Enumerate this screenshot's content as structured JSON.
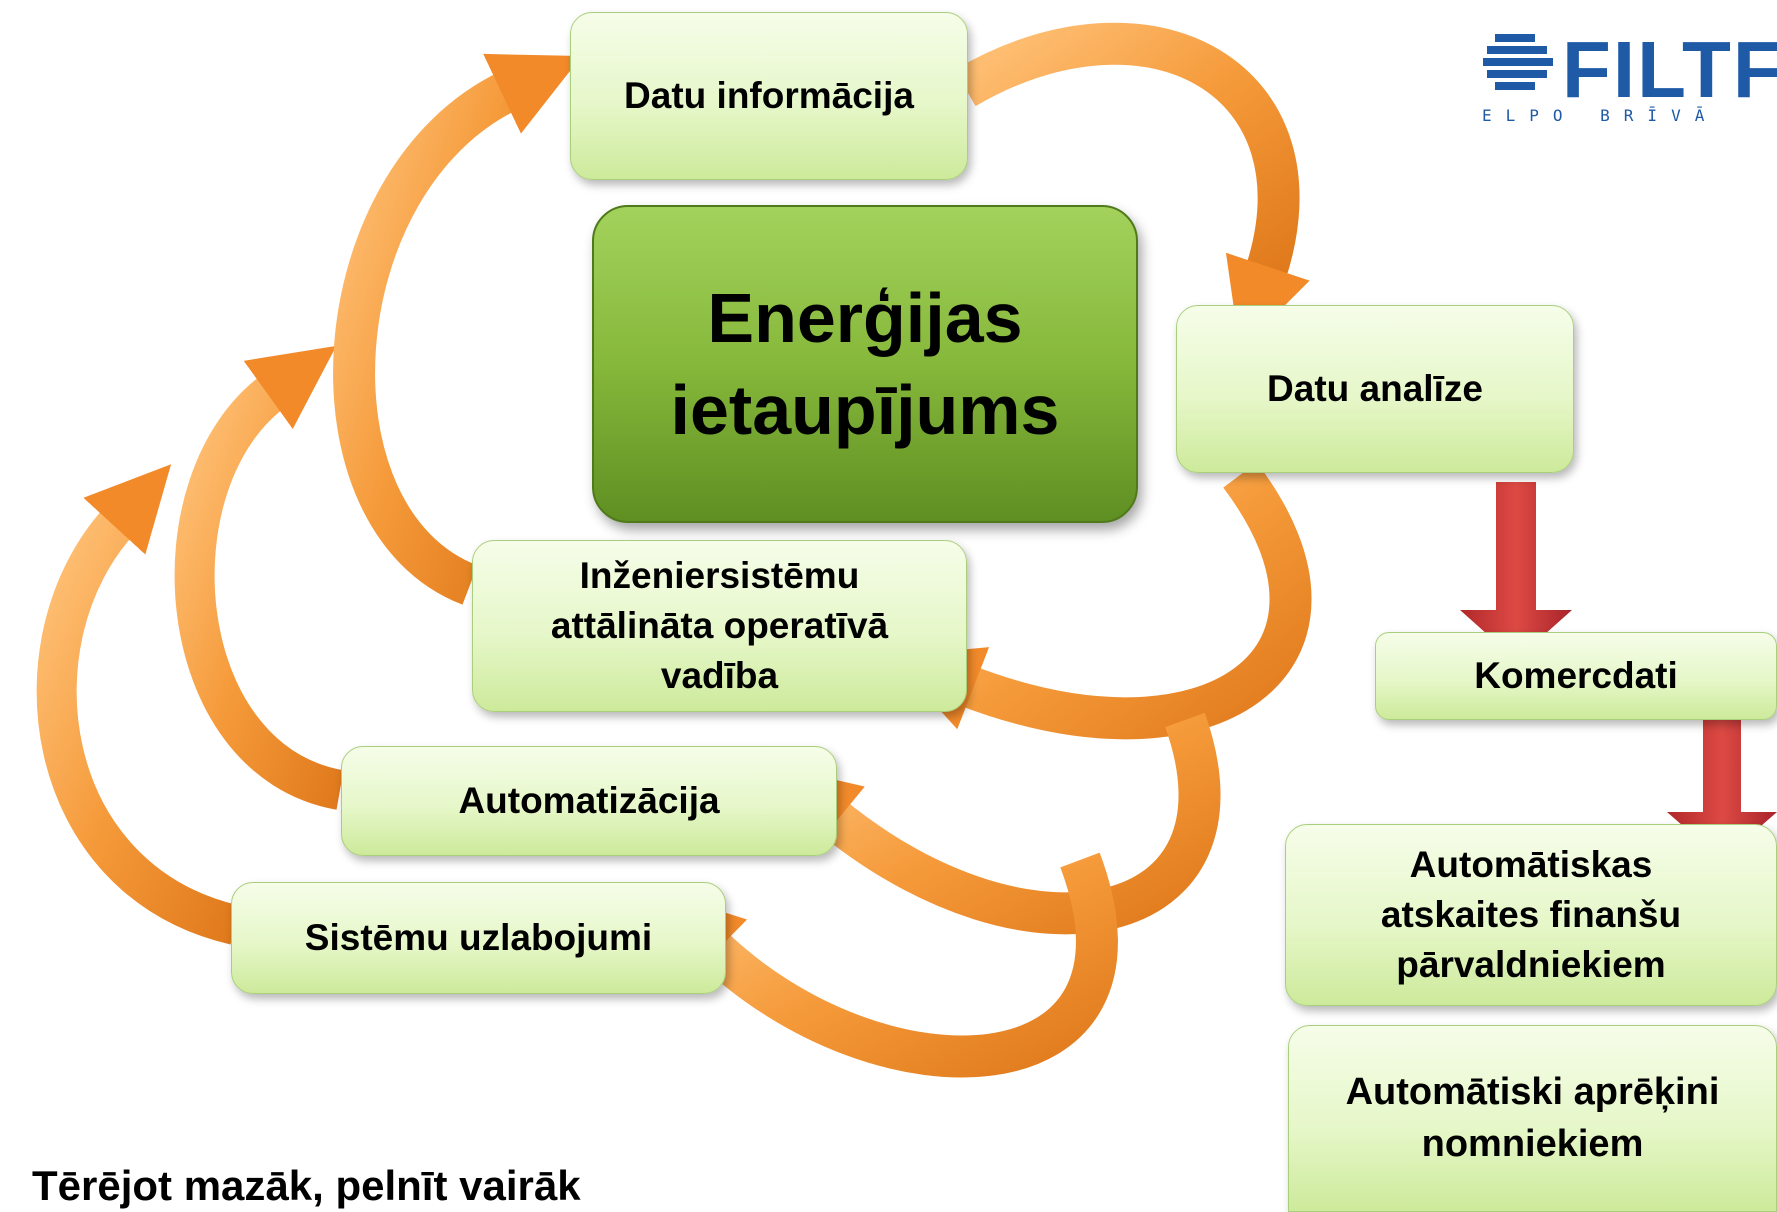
{
  "center": {
    "line1": "Enerģijas",
    "line2": "ietaupījums"
  },
  "cycle_steps": {
    "datu_informacija": "Datu informācija",
    "datu_analize": "Datu analīze",
    "inzeniersistemu": [
      "Inženiersistēmu",
      "attālināta operatīvā",
      "vadība"
    ],
    "automatizacija": "Automatizācija",
    "sistemu_uzlabojumi": "Sistēmu uzlabojumi"
  },
  "outputs": {
    "komercdati": "Komercdati",
    "automatiskas_atskaites": [
      "Automātiskas",
      "atskaites finanšu",
      "pārvaldniekiem"
    ],
    "automatiski_aprekini": [
      "Automātiski aprēķini",
      "nomniekiem"
    ]
  },
  "brand": {
    "name": "FILTF",
    "tagline": "ELPO BRĪVĀ",
    "icon": "filter-lines-icon"
  },
  "tagline": "Tērējot mazāk, pelnīt vairāk",
  "colors": {
    "orange_arrow": "#f59a3a",
    "red_arrow": "#c0392b",
    "box_green": "#e6f7c9",
    "center_green": "#86b83b",
    "brand_blue": "#1f5aa6"
  }
}
